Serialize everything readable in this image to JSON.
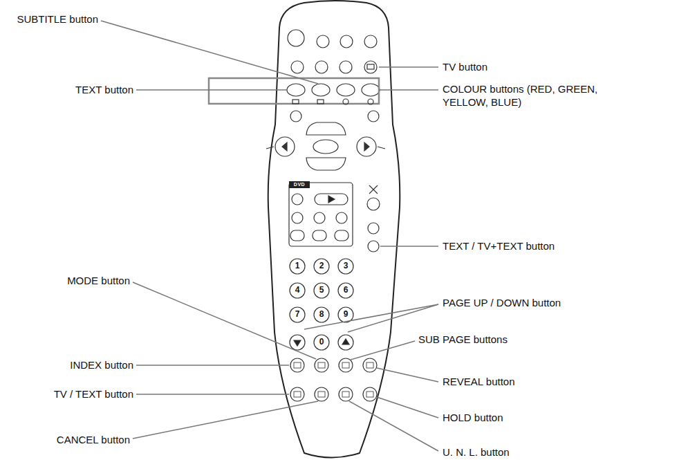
{
  "diagram": {
    "labels": [
      "SUBTITLE button",
      "TEXT button",
      "MODE button",
      "INDEX button",
      "TV / TEXT button",
      "CANCEL button",
      "TV button",
      "COLOUR buttons (RED, GREEN, YELLOW, BLUE)",
      "TEXT / TV+TEXT button",
      "PAGE UP / DOWN button",
      "SUB PAGE buttons",
      "REVEAL button",
      "HOLD button",
      "U. N. L. button",
      "DVD",
      "1",
      "2",
      "3",
      "4",
      "5",
      "6",
      "7",
      "8",
      "9",
      "0"
    ]
  }
}
